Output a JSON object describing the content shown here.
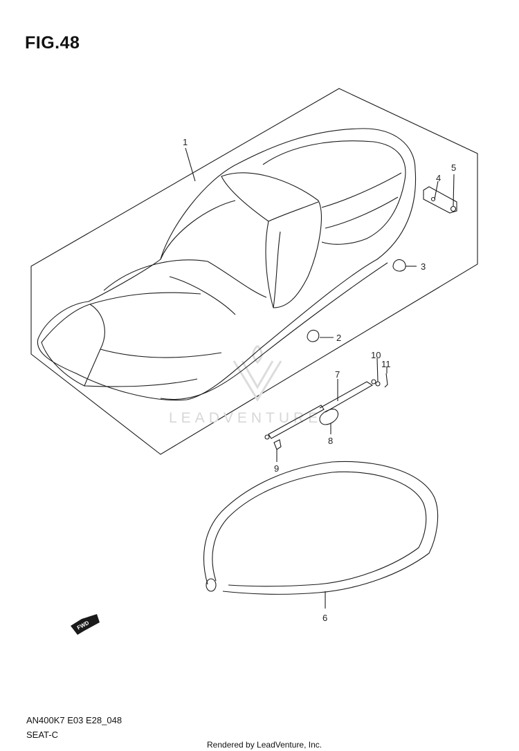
{
  "figure": {
    "title": "FIG.48"
  },
  "watermark": {
    "text": "LEADVENTURE"
  },
  "fwd_arrow": {
    "label": "FWD"
  },
  "parts": [
    {
      "ref": "1"
    },
    {
      "ref": "2"
    },
    {
      "ref": "3"
    },
    {
      "ref": "4"
    },
    {
      "ref": "5"
    },
    {
      "ref": "6"
    },
    {
      "ref": "7"
    },
    {
      "ref": "8"
    },
    {
      "ref": "9"
    },
    {
      "ref": "10"
    },
    {
      "ref": "11"
    }
  ],
  "footer": {
    "model_code": "AN400K7 E03 E28_048",
    "section_name": "SEAT-C",
    "credit": "Rendered by LeadVenture, Inc."
  }
}
